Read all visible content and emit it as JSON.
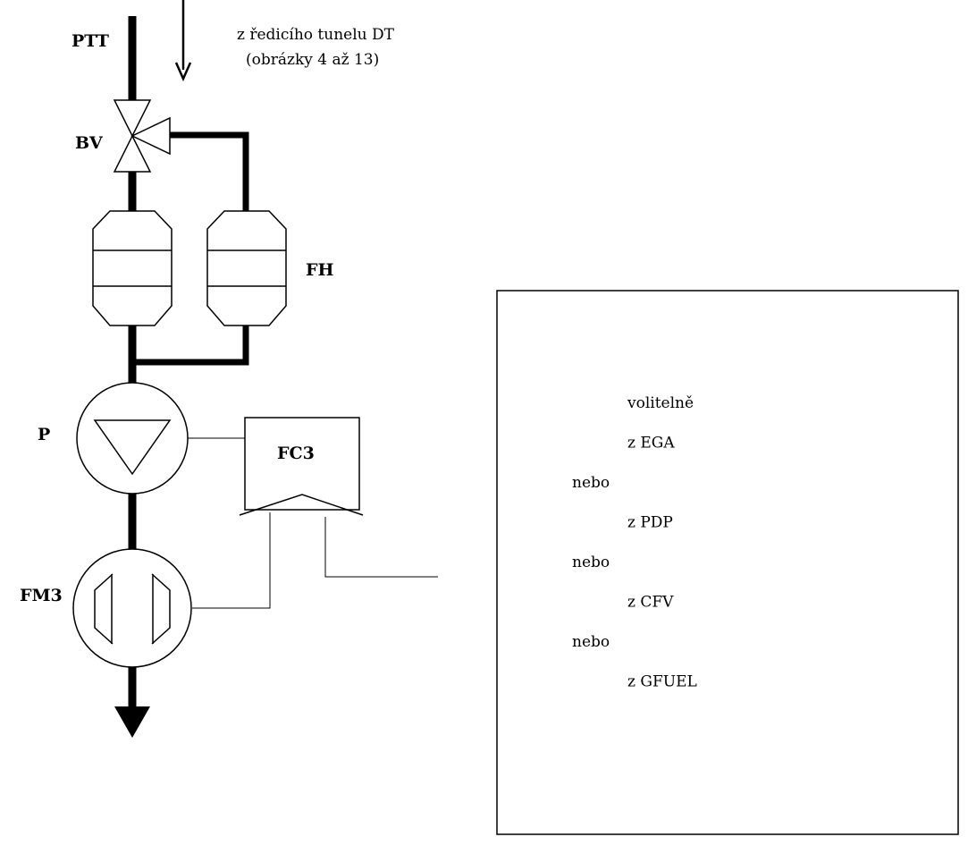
{
  "labels": {
    "ptt": "PTT",
    "bv": "BV",
    "fh": "FH",
    "p": "P",
    "fc3": "FC3",
    "fm3": "FM3"
  },
  "inlet_note": {
    "line1": "z ředicího tunelu DT",
    "line2": "(obrázky 4 až 13)"
  },
  "options_box": {
    "lines": [
      {
        "text": "volitelně",
        "indent": true
      },
      {
        "text": "z  EGA",
        "indent": true
      },
      {
        "text": "nebo",
        "indent": false
      },
      {
        "text": "z  PDP",
        "indent": true
      },
      {
        "text": "nebo",
        "indent": false
      },
      {
        "text": "z  CFV",
        "indent": true
      },
      {
        "text": "nebo",
        "indent": false
      },
      {
        "text": "z  GFUEL",
        "indent": true
      }
    ]
  }
}
